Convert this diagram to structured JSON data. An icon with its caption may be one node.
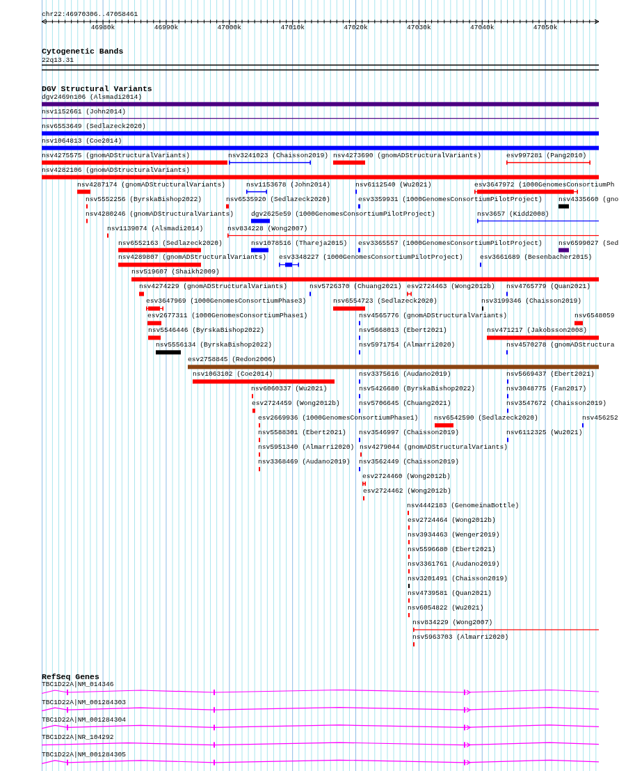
{
  "diagram": {
    "labels": [
      "chr22:46970306..47058461",
      "46980k",
      "46990k",
      "47000k",
      "47010k",
      "47020k",
      "47030k",
      "47040k",
      "47050k",
      "Cytogenetic Bands",
      "22q13.31",
      "DGV Structural Variants",
      "dgv2469n106 (Alsmadi2014)",
      "nsv1152661 (John2014)",
      "nsv6553649 (Sedlazeck2020)",
      "nsv1064813 (Coe2014)",
      "nsv4275575 (gnomADStructuralVariants)",
      "nsv3241023 (Chaisson2019)",
      "nsv4273690 (gnomADStructuralVariants)",
      "esv997281 (Pang2010)",
      "nsv4282106 (gnomADStructuralVariants)",
      "nsv4287174 (gnomADStructuralVariants)",
      "nsv1153678 (John2014)",
      "nsv6112540 (Wu2021)",
      "esv3647972 (1000GenomesConsortiumPh",
      "nsv5552256 (ByrskaBishop2022)",
      "nsv6535920 (Sedlazeck2020)",
      "esv3359931 (1000GenomesConsortiumPilotProject)",
      "nsv4335660 (gno",
      "nsv4280246 (gnomADStructuralVariants)",
      "dgv2625e59 (1000GenomesConsortiumPilotProject)",
      "nsv3657 (Kidd2008)",
      "nsv1139074 (Alsmadi2014)",
      "nsv834228 (Wong2007)",
      "nsv6552163 (Sedlazeck2020)",
      "nsv1078516 (Thareja2015)",
      "esv3365557 (1000GenomesConsortiumPilotProject)",
      "nsv6599027 (Sed",
      "nsv4289807 (gnomADStructuralVariants)",
      "esv3348227 (1000GenomesConsortiumPilotProject)",
      "esv3661689 (Besenbacher2015)",
      "nsv519607 (Shaikh2009)",
      "nsv4274229 (gnomADStructuralVariants)",
      "nsv5726370 (Chuang2021)",
      "esv2724463 (Wong2012b)",
      "nsv4765779 (Quan2021)",
      "esv3647969 (1000GenomesConsortiumPhase3)",
      "nsv6554723 (Sedlazeck2020)",
      "nsv3199346 (Chaisson2019)",
      "esv2677311 (1000GenomesConsortiumPhase1)",
      "nsv4565776 (gnomADStructuralVariants)",
      "nsv6548059",
      "nsv5546446 (ByrskaBishop2022)",
      "nsv5668013 (Ebert2021)",
      "nsv471217 (Jakobsson2008)",
      "nsv5556134 (ByrskaBishop2022)",
      "nsv5971754 (Almarri2020)",
      "nsv4570278 (gnomADStructura",
      "esv2758845 (Redon2006)",
      "nsv1063102 (Coe2014)",
      "nsv3375616 (Audano2019)",
      "nsv5669437 (Ebert2021)",
      "nsv6060337 (Wu2021)",
      "nsv5426680 (ByrskaBishop2022)",
      "nsv3048775 (Fan2017)",
      "esv2724459 (Wong2012b)",
      "nsv5706645 (Chuang2021)",
      "nsv3547672 (Chaisson2019)",
      "esv2669936 (1000GenomesConsortiumPhase1)",
      "nsv6542590 (Sedlazeck2020)",
      "nsv456252",
      "nsv5588301 (Ebert2021)",
      "nsv3546997 (Chaisson2019)",
      "nsv6112325 (Wu2021)",
      "nsv5951340 (Almarri2020)",
      "nsv4279044 (gnomADStructuralVariants)",
      "nsv3368469 (Audano2019)",
      "nsv3562449 (Chaisson2019)",
      "esv2724460 (Wong2012b)",
      "esv2724462 (Wong2012b)",
      "nsv4442183 (GenomeinaBottle)",
      "esv2724464 (Wong2012b)",
      "nsv3934463 (Wenger2019)",
      "nsv5596680 (Ebert2021)",
      "nsv3361761 (Audano2019)",
      "nsv3201491 (Chaisson2019)",
      "nsv4739581 (Quan2021)",
      "nsv6054822 (Wu2021)",
      "nsv834229 (Wong2007)",
      "nsv5963703 (Almarri2020)",
      "RefSeq Genes",
      "TBC1D22A|NM_014346",
      "TBC1D22A|NM_001284303",
      "TBC1D22A|NM_001284304",
      "TBC1D22A|NR_104292",
      "TBC1D22A|NM_001284305"
    ]
  }
}
